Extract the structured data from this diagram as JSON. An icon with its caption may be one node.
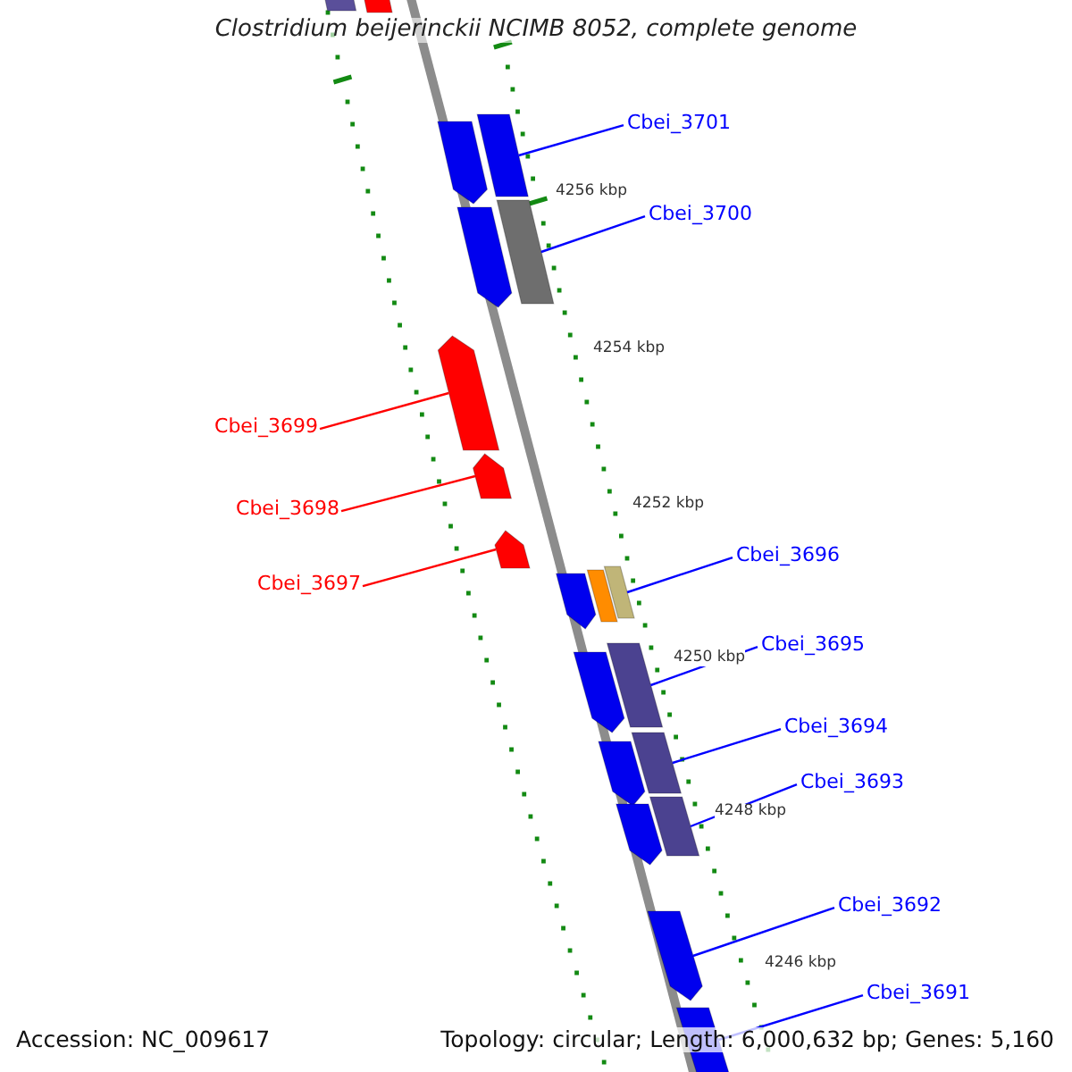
{
  "diagram": {
    "title": "Clostridium beijerinckii NCIMB 8052, complete genome",
    "nodes": [
      {
        "text": [
          "Cbei_3701"
        ]
      },
      {
        "text": [],
        "shape": "bar"
      },
      {
        "text": [
          "Cbei_3700"
        ]
      },
      {
        "text": [],
        "shape": "bar"
      },
      {
        "text": [
          "Cbei_3699"
        ]
      },
      {
        "text": [],
        "shape": "arrow"
      },
      {
        "text": [
          "Cbei_3698"
        ]
      },
      {
        "text": [],
        "shape": "arrow"
      },
      {
        "text": [
          "Cbei_3697"
        ]
      },
      {
        "text": [],
        "shape": "arrow"
      },
      {
        "text": [
          "Cbei_3696"
        ]
      },
      {
        "text": [],
        "shape": "bar"
      },
      {
        "text": [
          "Cbei_3695"
        ]
      },
      {
        "text": [],
        "shape": "bar"
      },
      {
        "text": [
          "Cbei_3694"
        ]
      },
      {
        "text": [],
        "shape": "bar"
      },
      {
        "text": [
          "Cbei_3693"
        ]
      },
      {
        "text": [],
        "shape": "bar"
      },
      {
        "text": [
          "Cbei_3692"
        ]
      },
      {
        "text": [],
        "shape": "arrow"
      },
      {
        "text": [
          "Cbei_3691"
        ]
      },
      {
        "text": [],
        "shape": "arrow"
      },
      {
        "text": [],
        "shape": "bar"
      },
      {
        "text": [],
        "shape": "bar"
      },
      {
        "text": [],
        "shape": "arrow"
      },
      {
        "text": [],
        "shape": "arrow"
      },
      {
        "text": [],
        "shape": "arrow"
      },
      {
        "text": [],
        "shape": "bar"
      },
      {
        "text": [],
        "shape": "arrow"
      },
      {
        "text": [],
        "shape": "arrow"
      },
      {
        "text": [],
        "shape": "arrow"
      }
    ],
    "edges": [
      {
        "from": 0,
        "to": 1,
        "arrow": "none"
      },
      {
        "from": 2,
        "to": 3,
        "arrow": "none"
      },
      {
        "from": 4,
        "to": 5,
        "arrow": "none",
        "color": "#ff0000"
      },
      {
        "from": 6,
        "to": 7,
        "arrow": "none",
        "color": "#ff0000"
      },
      {
        "from": 8,
        "to": 9,
        "arrow": "none",
        "color": "#ff0000"
      },
      {
        "from": 10,
        "to": 11,
        "arrow": "none"
      },
      {
        "from": 12,
        "to": 13,
        "arrow": "none"
      },
      {
        "from": 14,
        "to": 15,
        "arrow": "none"
      },
      {
        "from": 16,
        "to": 17,
        "arrow": "none"
      },
      {
        "from": 18,
        "to": 19,
        "arrow": "none"
      },
      {
        "from": 20,
        "to": 21,
        "arrow": "none"
      }
    ],
    "labels": [
      "4256 kbp",
      "4254 kbp",
      "4252 kbp",
      "4250 kbp",
      "4248 kbp",
      "4246 kbp",
      "Accession: NC_009617",
      "Topology: circular; Length: 6,000,632 bp; Genes: 5,160"
    ]
  }
}
